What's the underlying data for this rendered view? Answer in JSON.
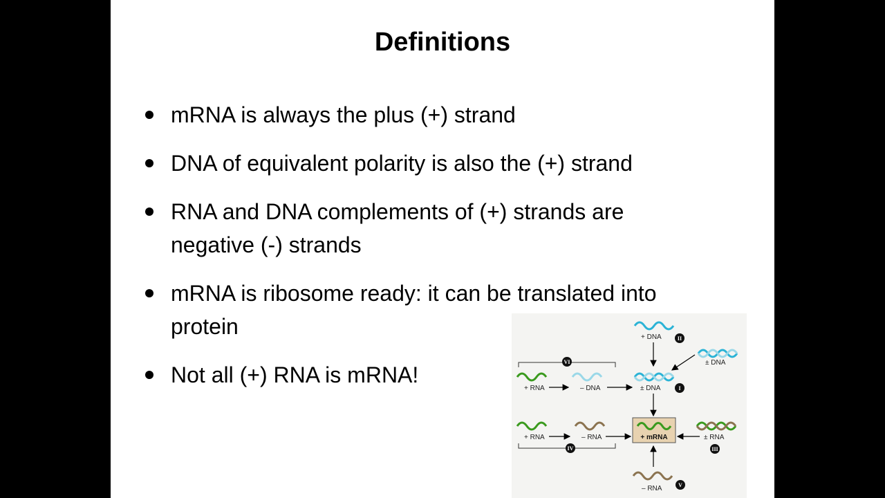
{
  "slide": {
    "title": "Definitions",
    "bullets": [
      {
        "lines": [
          "mRNA is always the plus (+) strand"
        ]
      },
      {
        "lines": [
          "DNA of equivalent polarity is also the (+) strand"
        ]
      },
      {
        "lines": [
          "RNA and DNA complements of (+) strands are",
          "negative (-) strands"
        ]
      },
      {
        "lines": [
          "mRNA is ribosome ready: it can be translated into",
          "protein"
        ]
      },
      {
        "lines": [
          "Not all (+) RNA is mRNA!"
        ]
      }
    ]
  },
  "diagram": {
    "labels": {
      "plus_dna": "+ DNA",
      "pm_dna_top": "± DNA",
      "pm_dna_center": "± DNA",
      "plus_rna_vi": "+ RNA",
      "minus_dna_vi": "– DNA",
      "plus_rna_iv": "+ RNA",
      "minus_rna_iv": "– RNA",
      "mrna": "+ mRNA",
      "pm_rna": "± RNA",
      "minus_rna_v": "– RNA"
    },
    "classes": {
      "i": "I",
      "ii": "II",
      "iii": "III",
      "iv": "IV",
      "v": "V",
      "vi": "VI"
    },
    "colors": {
      "green": "#3a9a1e",
      "brown": "#8b7350",
      "cyan": "#2bb3d6",
      "light_cyan": "#9ad8e8",
      "mrna_box": "#e8d2b0"
    }
  }
}
